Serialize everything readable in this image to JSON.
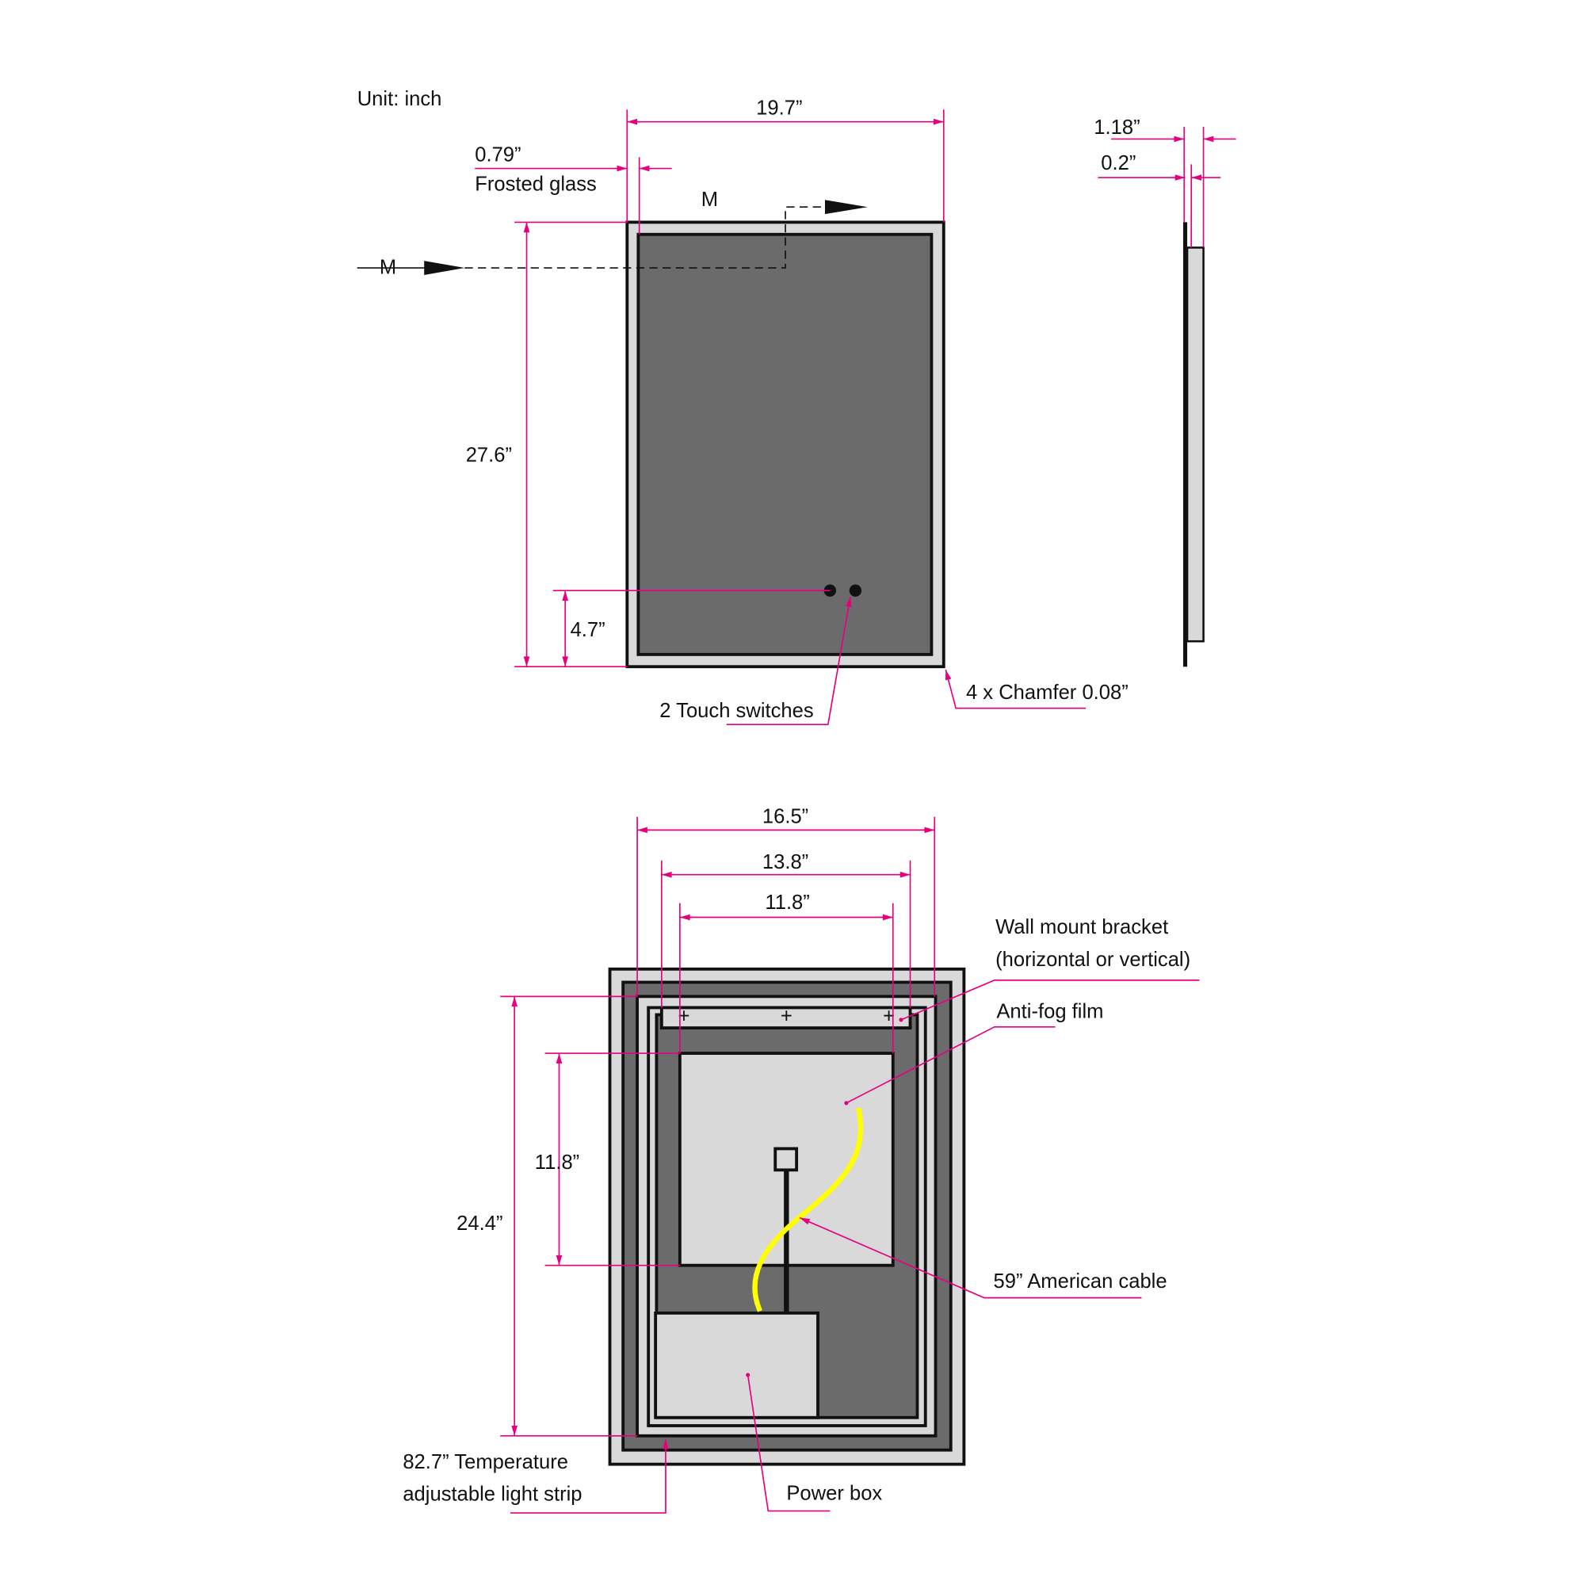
{
  "unit_label": "Unit: inch",
  "front_view": {
    "width": "19.7”",
    "height": "27.6”",
    "frosted_width": "0.79”",
    "frosted_label": "Frosted glass",
    "switch_height": "4.7”",
    "switches_label": "2 Touch switches",
    "chamfer_label": "4 x Chamfer 0.08”",
    "section_mark": "M"
  },
  "side_view": {
    "depth": "1.18”",
    "glass": "0.2”"
  },
  "back_view": {
    "dim_outer": "16.5”",
    "dim_bracket": "13.8”",
    "dim_film_w": "11.8”",
    "dim_film_h": "11.8”",
    "dim_height": "24.4”",
    "bracket_label_1": "Wall mount bracket",
    "bracket_label_2": "(horizontal or vertical)",
    "antifog_label": "Anti-fog film",
    "cable_label": "59” American cable",
    "strip_label_1": "82.7” Temperature",
    "strip_label_2": "adjustable light strip",
    "powerbox_label": "Power box"
  },
  "colors": {
    "dimension": "#e6007e",
    "glass": "#d9d9d9",
    "mirror": "#6b6b6b",
    "cable": "#ffff00"
  }
}
